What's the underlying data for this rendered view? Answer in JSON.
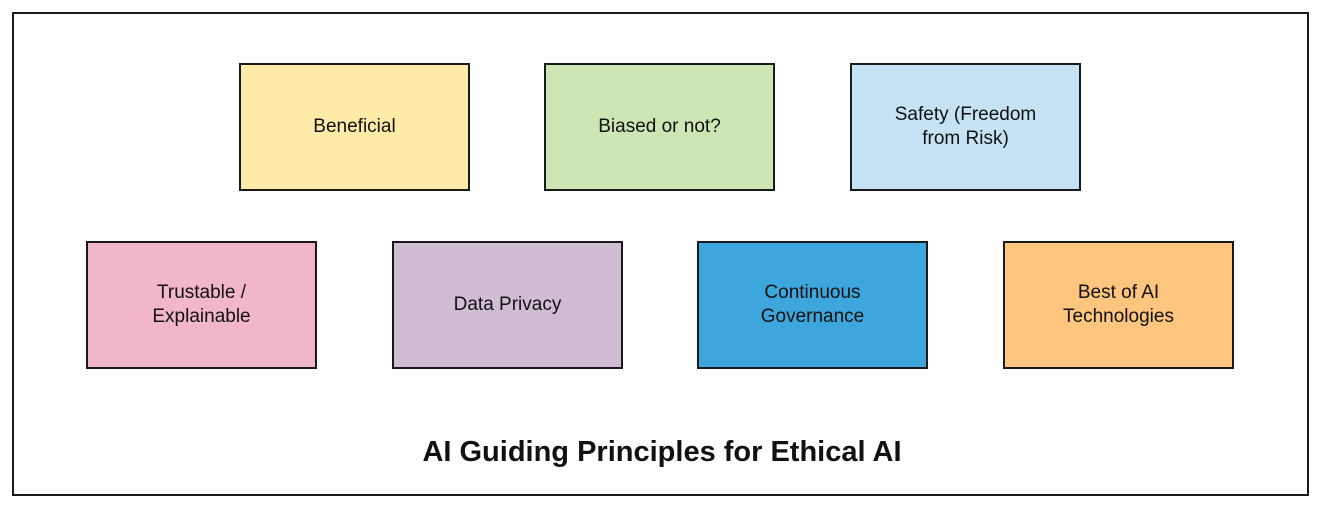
{
  "principles": [
    {
      "label": "Beneficial",
      "color": "#FFEBA8"
    },
    {
      "label": "Biased or not?",
      "color": "#CDE6B4"
    },
    {
      "label": "Safety (Freedom\nfrom Risk)",
      "color": "#C6E3F5"
    },
    {
      "label": "Trustable /\nExplainable",
      "color": "#F2B6C9"
    },
    {
      "label": "Data Privacy",
      "color": "#D0BDD4"
    },
    {
      "label": "Continuous\nGovernance",
      "color": "#3DA6DC"
    },
    {
      "label": "Best of AI\nTechnologies",
      "color": "#FDC57D"
    }
  ],
  "caption": "AI Guiding Principles for Ethical AI"
}
